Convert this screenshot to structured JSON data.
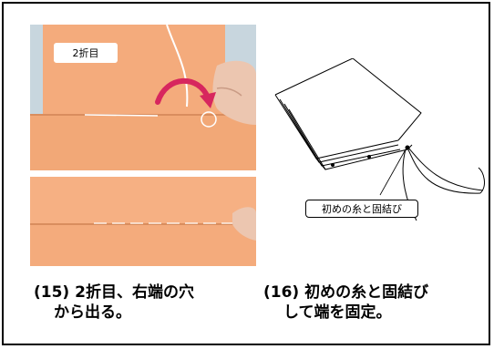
{
  "photo_top": {
    "step_label": "2折目"
  },
  "illustration": {
    "callout": "初めの糸と固結び"
  },
  "captions": [
    {
      "number": "(15)",
      "line1": "2折目、右端の穴",
      "line2": "から出る。"
    },
    {
      "number": "(16)",
      "line1": "初めの糸と固結び",
      "line2": "して端を固定。"
    }
  ],
  "colors": {
    "paper": "#f4ab7c",
    "arrow": "#d7265e",
    "background": "#c8d6de"
  }
}
